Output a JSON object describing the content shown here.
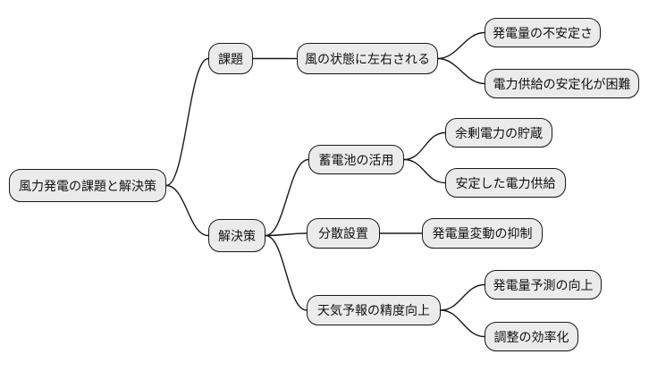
{
  "diagram": {
    "type": "mindmap",
    "title": "風力発電の課題と解決策",
    "colors": {
      "background": "#ffffff",
      "node_fill": "#ebebeb",
      "node_border": "#1a1a1a",
      "edge_line": "#1a1a1a",
      "text": "#111111"
    },
    "nodes": [
      {
        "id": "root",
        "label": "風力発電の課題と解決策",
        "level": 0,
        "parent": null
      },
      {
        "id": "kadai",
        "label": "課題",
        "level": 1,
        "parent": "root"
      },
      {
        "id": "kaze",
        "label": "風の状態に左右される",
        "level": 2,
        "parent": "kadai"
      },
      {
        "id": "fuantei",
        "label": "発電量の不安定さ",
        "level": 3,
        "parent": "kaze"
      },
      {
        "id": "konnan",
        "label": "電力供給の安定化が困難",
        "level": 3,
        "parent": "kaze"
      },
      {
        "id": "kaiketsu",
        "label": "解決策",
        "level": 1,
        "parent": "root"
      },
      {
        "id": "chikuden",
        "label": "蓄電池の活用",
        "level": 2,
        "parent": "kaiketsu"
      },
      {
        "id": "yojo",
        "label": "余剰電力の貯蔵",
        "level": 3,
        "parent": "chikuden"
      },
      {
        "id": "antei",
        "label": "安定した電力供給",
        "level": 3,
        "parent": "chikuden"
      },
      {
        "id": "bunsan",
        "label": "分散設置",
        "level": 2,
        "parent": "kaiketsu"
      },
      {
        "id": "yokusei",
        "label": "発電量変動の抑制",
        "level": 3,
        "parent": "bunsan"
      },
      {
        "id": "tenki",
        "label": "天気予報の精度向上",
        "level": 2,
        "parent": "kaiketsu"
      },
      {
        "id": "yosoku",
        "label": "発電量予測の向上",
        "level": 3,
        "parent": "tenki"
      },
      {
        "id": "chosei",
        "label": "調整の効率化",
        "level": 3,
        "parent": "tenki"
      }
    ]
  }
}
